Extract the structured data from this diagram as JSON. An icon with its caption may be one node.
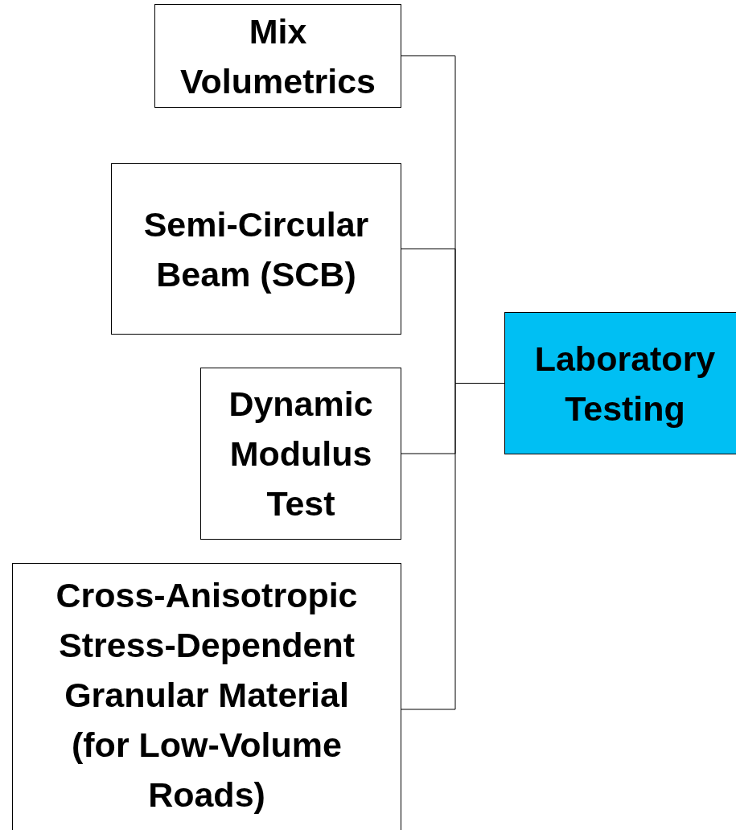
{
  "diagram": {
    "nodes": [
      {
        "text": [
          "Mix Volumetrics"
        ]
      },
      {
        "text": [
          "Semi-Circular Beam (SCB)"
        ]
      },
      {
        "text": [
          "Dynamic Modulus Test"
        ]
      },
      {
        "text": [
          "Cross-Anisotropic Stress-Dependent Granular Material (for Low-Volume Roads)"
        ]
      },
      {
        "text": [
          "Laboratory Testing"
        ]
      }
    ],
    "edges": [
      {
        "from": 0,
        "to": 4,
        "arrow": "none"
      },
      {
        "from": 1,
        "to": 4,
        "arrow": "none"
      },
      {
        "from": 2,
        "to": 4,
        "arrow": "none"
      },
      {
        "from": 3,
        "to": 4,
        "arrow": "none"
      }
    ]
  }
}
